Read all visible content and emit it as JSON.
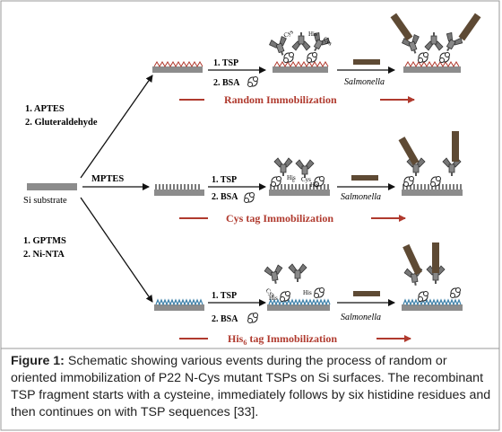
{
  "figure": {
    "left_steps": {
      "top": [
        "1.  APTES",
        "2.  Gluteraldehyde"
      ],
      "middle": "MPTES",
      "bottom": [
        "1.  GPTMS",
        "2.  Ni-NTA"
      ]
    },
    "substrate_label": "Si substrate",
    "rows": [
      {
        "step1": "1. TSP",
        "step2": "2. BSA",
        "title": "Random Immobilization",
        "agent": "Salmonella"
      },
      {
        "step1": "1. TSP",
        "step2": "2. BSA",
        "title": "Cys tag Immobilization",
        "agent": "Salmonella"
      },
      {
        "step1": "1. TSP",
        "step2": "2. BSA",
        "title_main": "His",
        "title_sub": "6",
        "title_rest": " tag Immobilization",
        "agent": "Salmonella"
      }
    ],
    "tag_labels": {
      "cys": "Cys",
      "his": "His",
      "his_sub": "6"
    },
    "colors": {
      "accent_red": "#c0392b",
      "surface": "#8c8c8c",
      "protein": "#6e6e6e",
      "bacterium": "#5e4a34"
    }
  },
  "caption": {
    "label": "Figure 1:",
    "text": " Schematic showing various events during the process of random or oriented immobilization of P22 N-Cys mutant TSPs on Si surfaces. The recombinant TSP fragment starts with a cysteine, immediately follows by six histidine residues and then continues on with TSP sequences [33]."
  }
}
